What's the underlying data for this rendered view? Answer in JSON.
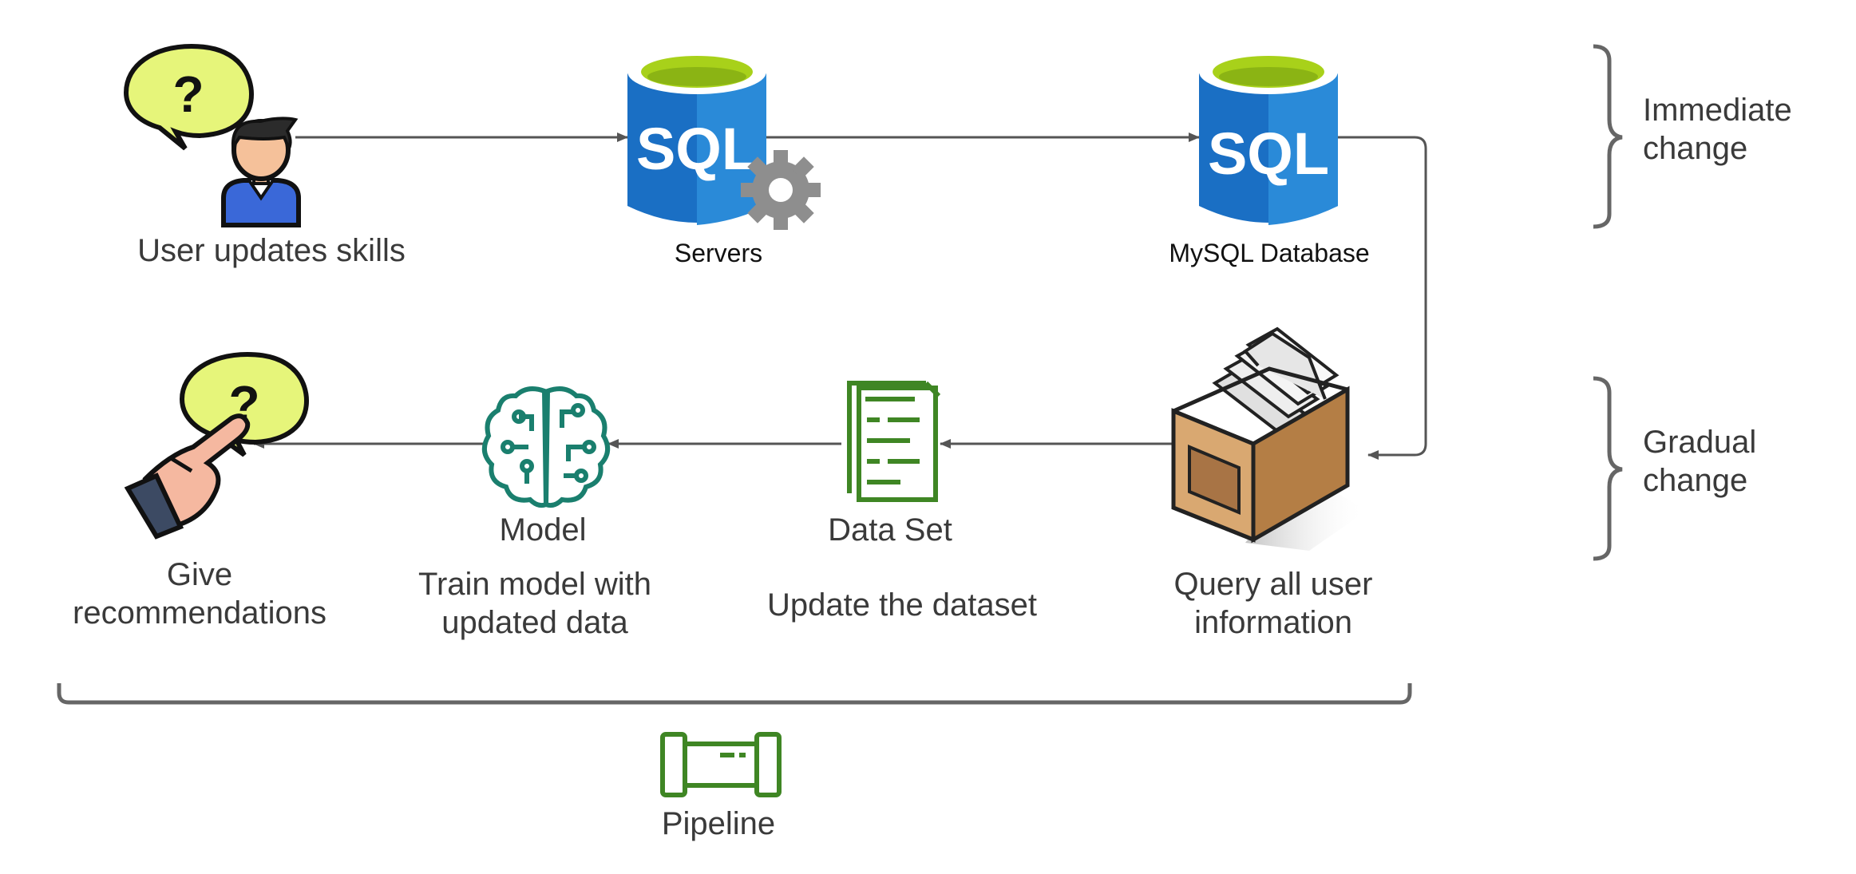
{
  "nodes": {
    "user": {
      "label": "User updates skills"
    },
    "servers": {
      "label": "Servers",
      "icon_text": "SQL"
    },
    "database": {
      "label": "MySQL Database",
      "icon_text": "SQL"
    },
    "query": {
      "label_line1": "Query all user",
      "label_line2": "information"
    },
    "dataset": {
      "title": "Data Set",
      "label": "Update the dataset"
    },
    "model": {
      "title": "Model",
      "label_line1": "Train model with",
      "label_line2": "updated data"
    },
    "recommend": {
      "label_line1": "Give",
      "label_line2": "recommendations"
    },
    "pipeline": {
      "label": "Pipeline"
    }
  },
  "brackets": {
    "immediate": {
      "line1": "Immediate",
      "line2": "change"
    },
    "gradual": {
      "line1": "Gradual",
      "line2": "change"
    }
  },
  "colors": {
    "arrow": "#555555",
    "sql_blue": "#1a6fc4",
    "sql_blue_light": "#2a8ad8",
    "sql_top": "#a8d11a",
    "aws_green": "#3f8624",
    "brain_teal": "#1a7f6e",
    "bubble_fill": "#e6f57a",
    "gear_gray": "#8e8e8e",
    "box_wood": "#c8945a"
  }
}
